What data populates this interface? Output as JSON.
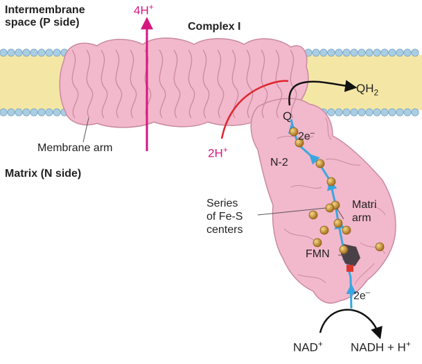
{
  "labels": {
    "p_side_line1": "Intermembrane",
    "p_side_line2_pre": "space (",
    "p_side_letter": "P",
    "p_side_line2_post": " side)",
    "n_side_pre": "Matrix (",
    "n_side_letter": "N",
    "n_side_post": " side)",
    "complex": "Complex I",
    "proton4_num": "4H",
    "proton4_sup": "+",
    "proton2_num": "2H",
    "proton2_sup": "+",
    "qh2_base": "QH",
    "qh2_sub": "2",
    "q": "Q",
    "electrons_top": "2e",
    "electrons_top_sup": "–",
    "electrons_bottom": "2e",
    "electrons_bottom_sup": "–",
    "n2": "N-2",
    "membrane_arm": "Membrane arm",
    "series_line1": "Series",
    "series_line2": "of Fe-S",
    "series_line3": "centers",
    "matrix_arm_line1": "Matri",
    "matrix_arm_line2": "arm",
    "fmn": "FMN",
    "nad_base": "NAD",
    "nad_sup": "+",
    "nadh_base": "NADH + H",
    "nadh_sup": "+"
  },
  "colors": {
    "protein": "#f2b8cb",
    "protein_outline": "#c98aa0",
    "membrane_core": "#f4e7a6",
    "lipid_head": "#a9cde3",
    "proton": "#d6167f",
    "red_arrow": "#e0242c",
    "electron_path": "#3aa6e0",
    "fe_s": "#c8902c",
    "fmn": "#4a4048"
  }
}
